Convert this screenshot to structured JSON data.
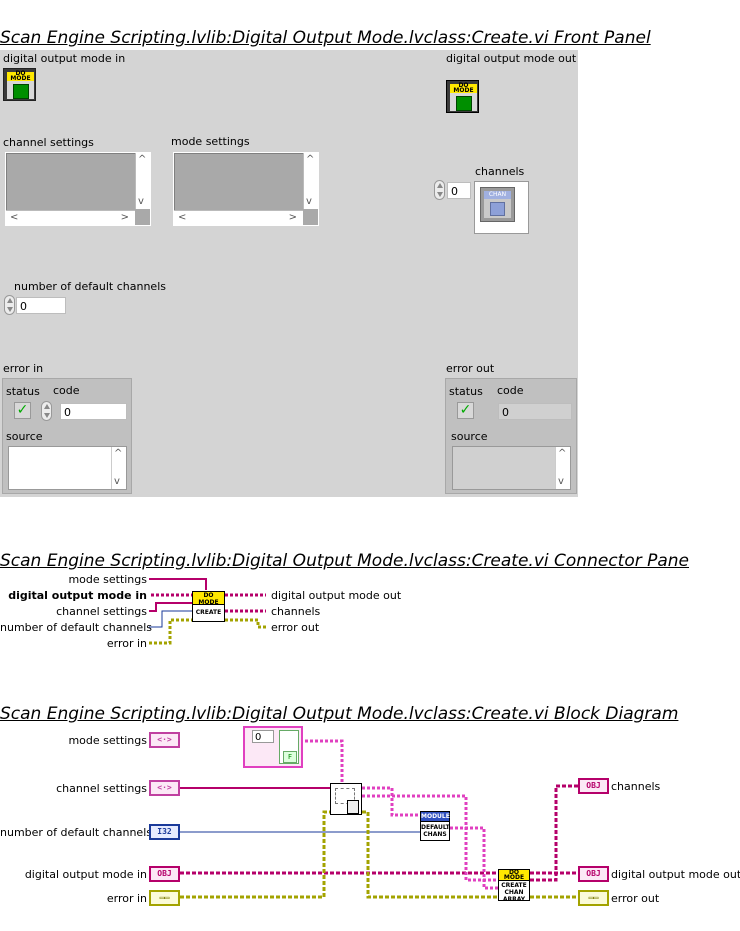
{
  "front_panel": {
    "heading": "Scan Engine Scripting.lvlib:Digital Output Mode.lvclass:Create.vi Front Panel",
    "dom_in_label": "digital output mode in",
    "dom_out_label": "digital output mode out",
    "channel_settings_label": "channel settings",
    "mode_settings_label": "mode settings",
    "channels_label": "channels",
    "channels_index": "0",
    "num_default_label": "number of default channels",
    "num_default_value": "0",
    "error_in": {
      "label": "error in",
      "status_label": "status",
      "code_label": "code",
      "code_value": "0",
      "source_label": "source"
    },
    "error_out": {
      "label": "error out",
      "status_label": "status",
      "code_label": "code",
      "code_value": "0",
      "source_label": "source"
    },
    "icon_text": "DO\nMODE",
    "chan_icon_text": "CHAN"
  },
  "connector_pane": {
    "heading": "Scan Engine Scripting.lvlib:Digital Output Mode.lvclass:Create.vi Connector Pane",
    "inputs": [
      "mode settings",
      "digital output mode in",
      "channel settings",
      "number of default channels",
      "error in"
    ],
    "outputs": [
      "digital output mode out",
      "channels",
      "error out"
    ],
    "node_top": "DO\nMODE",
    "node_bottom": "CREATE"
  },
  "block_diagram": {
    "heading": "Scan Engine Scripting.lvlib:Digital Output Mode.lvclass:Create.vi Block Diagram",
    "inputs": [
      "mode settings",
      "channel settings",
      "number of default channels",
      "digital output mode in",
      "error in"
    ],
    "outputs": [
      "channels",
      "digital output mode out",
      "error out"
    ],
    "const_value": "0",
    "bool_const": "F",
    "i32_label": "I32",
    "obj_label": "OBJ",
    "module_node_top": "MODULE",
    "module_node_bottom": "DEFAULT\nCHANS",
    "create_node_top": "DO\nMODE",
    "create_node_bottom": "CREATE\nCHAN\nARRAY"
  },
  "colors": {
    "panel_bg": "#d4d4d4",
    "class_wire": "#b5006a",
    "cluster_wire": "#a06aa8",
    "error_wire": "#a3a300",
    "int_wire": "#1a3a9a",
    "pink_wire": "#e040c0"
  }
}
